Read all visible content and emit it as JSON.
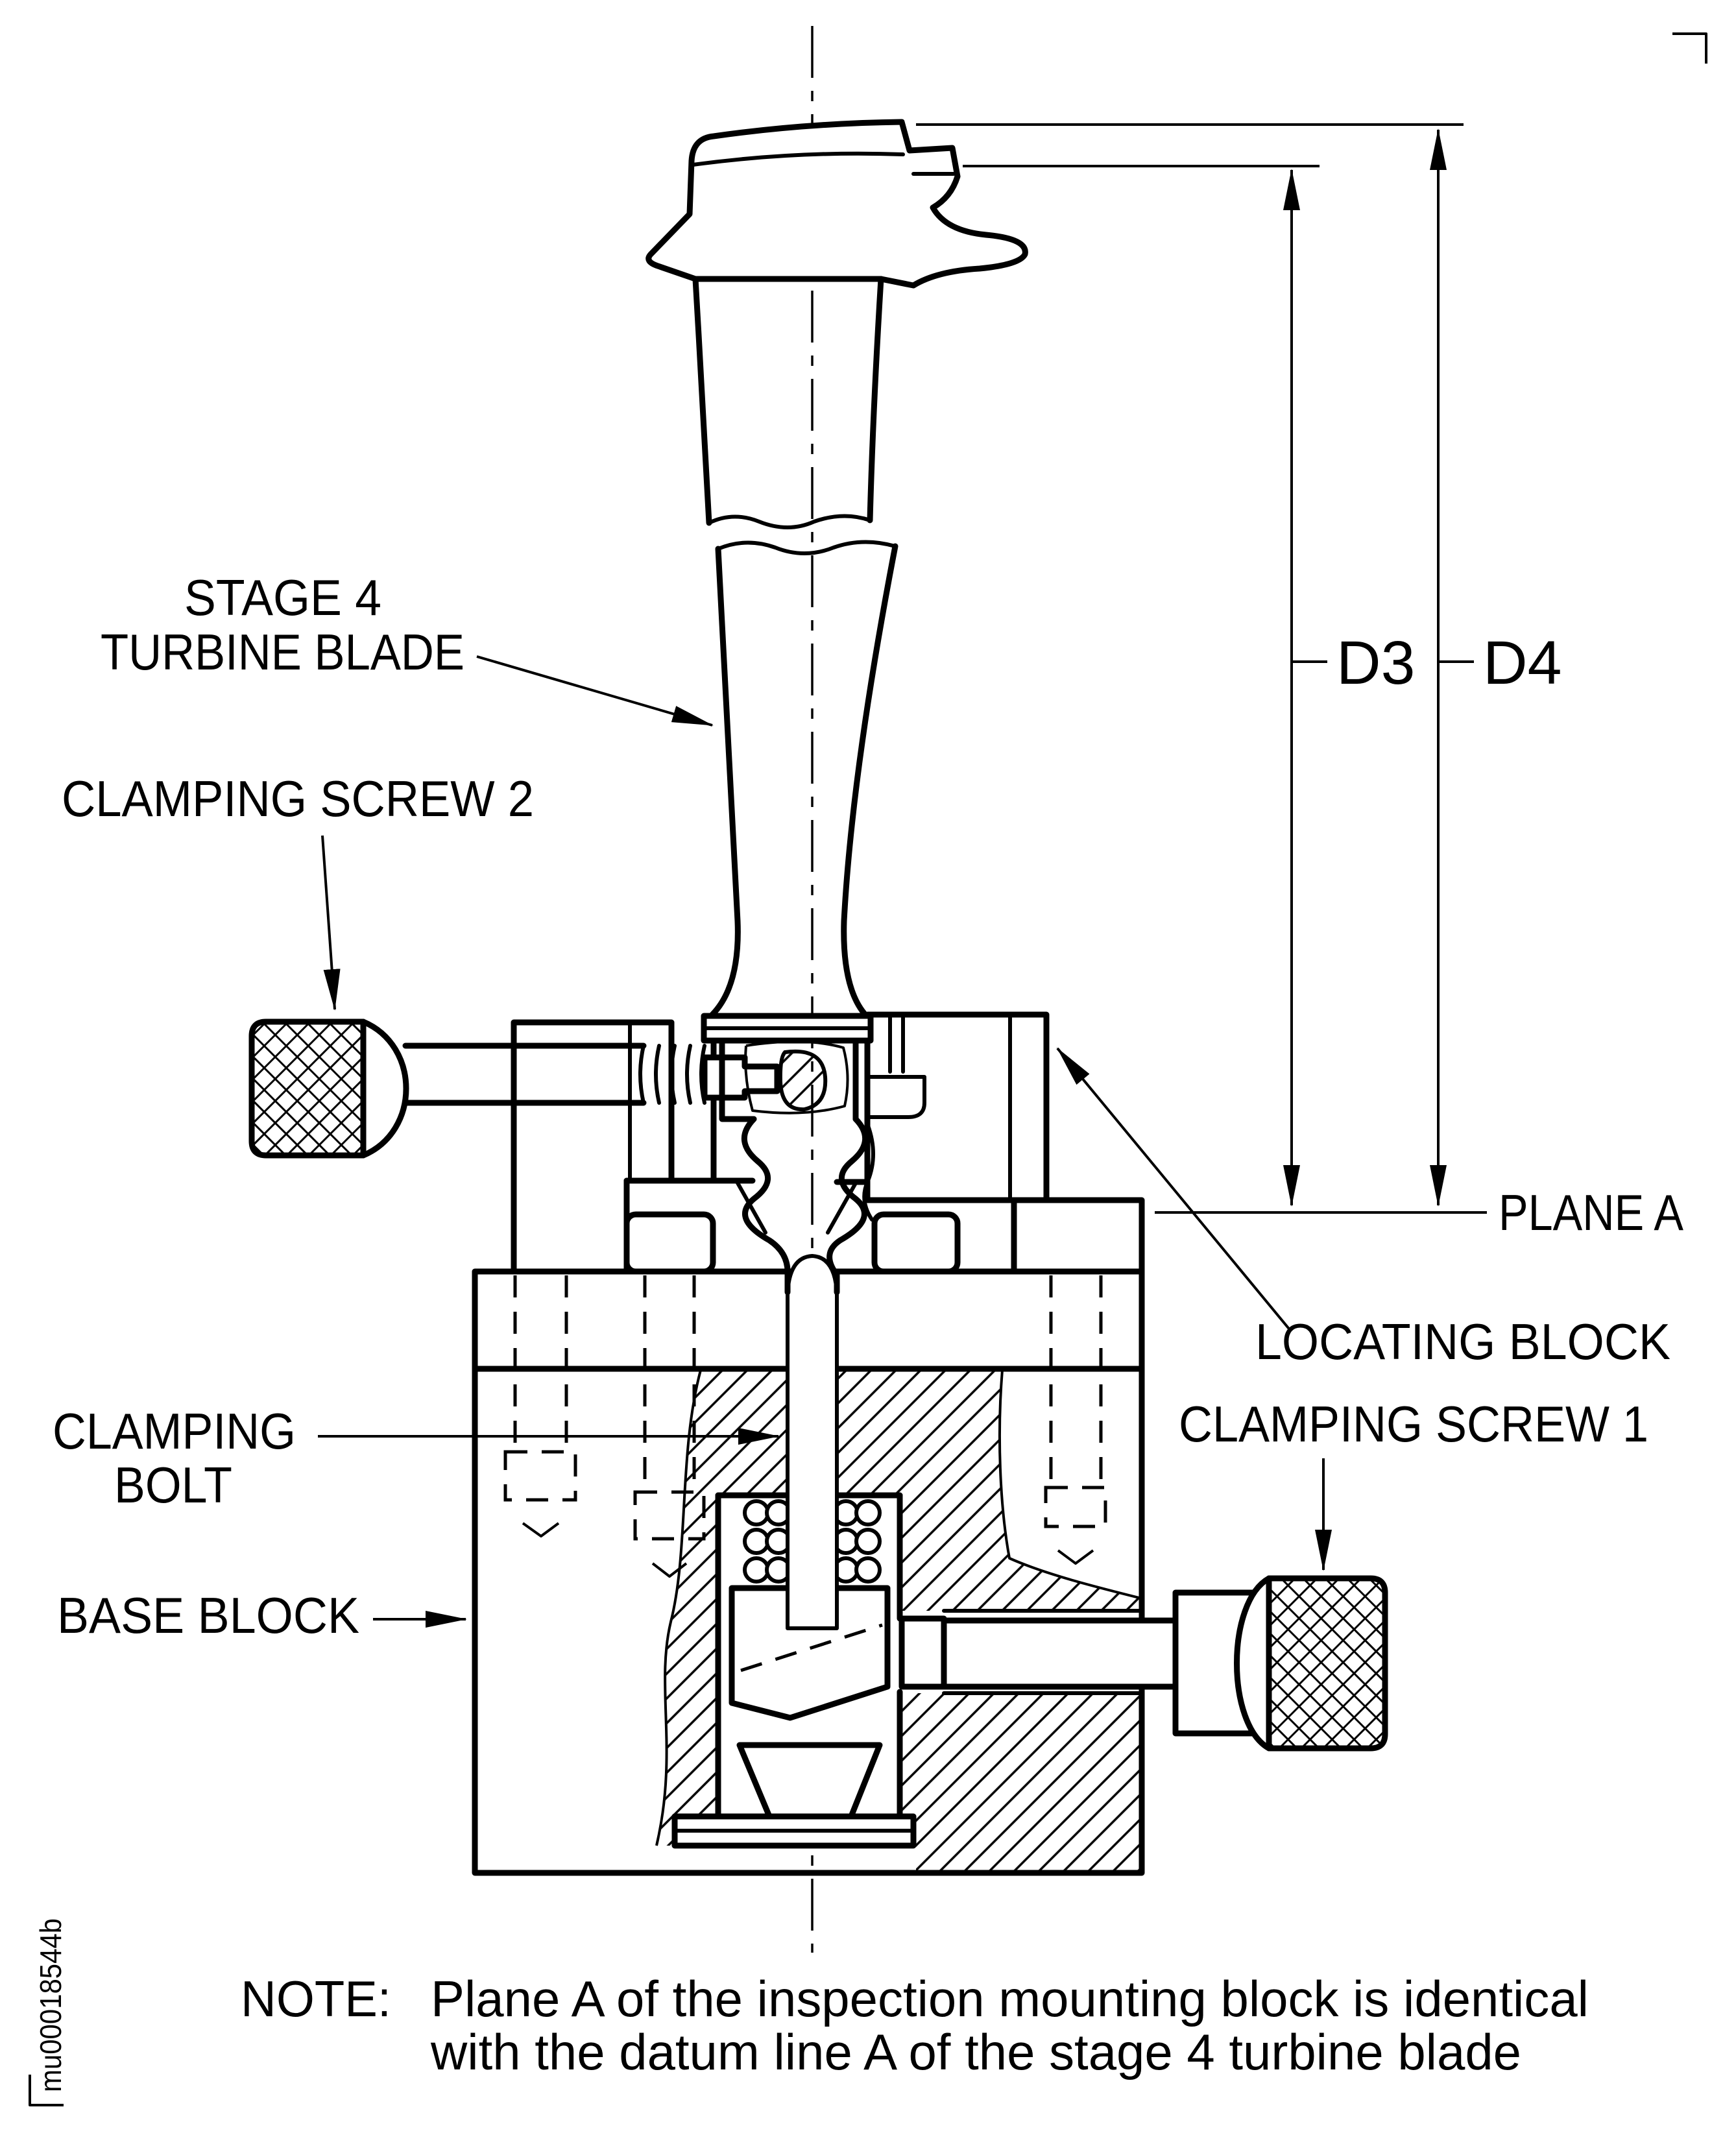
{
  "page": {
    "background": "#ffffff",
    "ink_color": "#000000",
    "kind": "engineering-section-drawing"
  },
  "labels": {
    "stage4_line1": "STAGE 4",
    "stage4_line2": "TURBINE BLADE",
    "clamping_screw_2": "CLAMPING SCREW 2",
    "clamping_bolt_line1": "CLAMPING",
    "clamping_bolt_line2": "BOLT",
    "base_block": "BASE BLOCK",
    "locating_block": "LOCATING BLOCK",
    "clamping_screw_1": "CLAMPING SCREW 1",
    "plane_a": "PLANE A"
  },
  "dimensions": {
    "d3": "D3",
    "d4": "D4"
  },
  "note": {
    "label": "NOTE:",
    "line1": "Plane A of the inspection mounting block is identical",
    "line2": "with the datum line A of the stage 4 turbine blade"
  },
  "doc_number": "mu00018544b"
}
